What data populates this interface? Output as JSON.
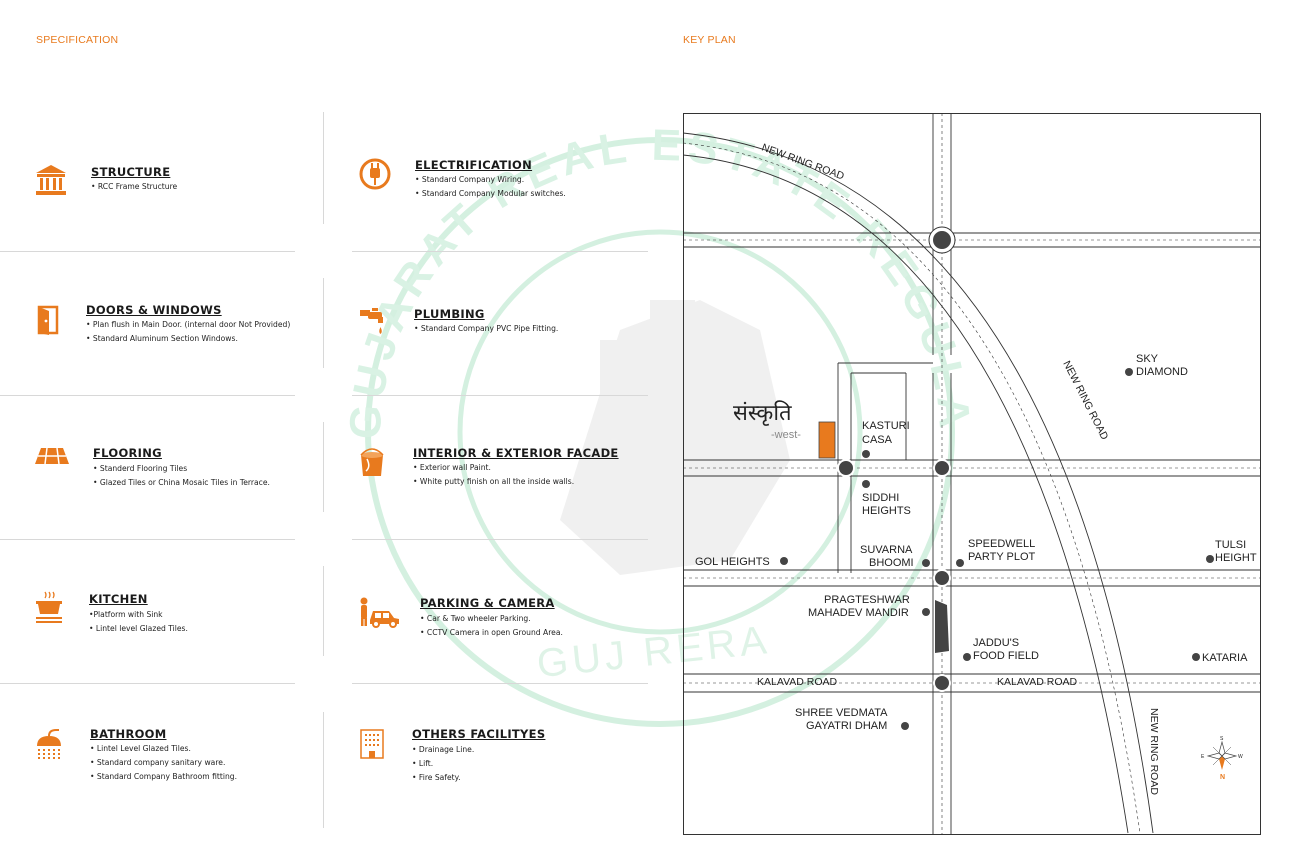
{
  "headers": {
    "specification": "SPECIFICATION",
    "key_plan": "KEY PLAN"
  },
  "colors": {
    "accent": "#e87a1e",
    "watermark": "#cdeedd"
  },
  "watermark": {
    "ring_text": "GUJARAT REAL ESTATE REGULATORY AUTHORITY",
    "bottom_text": "GUJ RERA"
  },
  "specs": {
    "structure": {
      "icon": "bank-building-icon",
      "title": "STRUCTURE",
      "items": [
        "• RCC Frame Structure"
      ]
    },
    "electrification": {
      "icon": "plug-icon",
      "title": "ELECTRIFICATION",
      "items": [
        "• Standard Company Wiring.",
        "• Standard Company Modular switches."
      ]
    },
    "doors": {
      "icon": "door-icon",
      "title": "DOORS & WINDOWS",
      "items": [
        "• Plan flush in Main Door. (internal door Not Provided)",
        "• Standard Aluminum Section Windows."
      ]
    },
    "plumbing": {
      "icon": "faucet-icon",
      "title": "PLUMBING",
      "items": [
        "• Standard Company PVC Pipe Fitting."
      ]
    },
    "flooring": {
      "icon": "floor-tiles-icon",
      "title": "FLOORING",
      "items": [
        "• Standerd Flooring Tiles",
        "• Glazed Tiles or China Mosaic Tiles in Terrace."
      ]
    },
    "interior": {
      "icon": "paint-bucket-icon",
      "title": "INTERIOR & EXTERIOR FACADE",
      "items": [
        "• Exterior wall Paint.",
        "• White putty finish on all the inside walls."
      ]
    },
    "kitchen": {
      "icon": "cooking-pot-icon",
      "title": "KITCHEN",
      "items": [
        "•Platform with Sink",
        "• Lintel level Glazed Tiles."
      ]
    },
    "parking": {
      "icon": "car-icon",
      "title": "PARKING & CAMERA",
      "items": [
        "• Car & Two wheeler Parking.",
        "• CCTV Camera in open Ground Area."
      ]
    },
    "bathroom": {
      "icon": "shower-icon",
      "title": "BATHROOM",
      "items": [
        "• Lintel Level Glazed Tiles.",
        "• Standard company sanitary ware.",
        "• Standard Company Bathroom fitting."
      ]
    },
    "others": {
      "icon": "building-icon",
      "title": "OTHERS FACILITYES",
      "items": [
        "• Drainage Line.",
        "• Lift.",
        "• Fire Safety."
      ]
    }
  },
  "map": {
    "project_name": "संस्कृति",
    "project_sub": "-west-",
    "roads": {
      "ring_top": "NEW RING ROAD",
      "ring_mid": "NEW RING ROAD",
      "ring_right": "NEW RING ROAD",
      "kalavad_left": "KALAVAD ROAD",
      "kalavad_right": "KALAVAD ROAD"
    },
    "landmarks": {
      "sky_1": "SKY",
      "sky_2": "DIAMOND",
      "kasturi_1": "KASTURI",
      "kasturi_2": "CASA",
      "siddhi_1": "SIDDHI",
      "siddhi_2": "HEIGHTS",
      "gol": "GOL HEIGHTS",
      "suvarna_1": "SUVARNA",
      "suvarna_2": "BHOOMI",
      "speedwell_1": "SPEEDWELL",
      "speedwell_2": "PARTY PLOT",
      "tulsi_1": "TULSI",
      "tulsi_2": "HEIGHT",
      "prag_1": "PRAGTESHWAR",
      "prag_2": "MAHADEV MANDIR",
      "jaddu_1": "JADDU'S",
      "jaddu_2": "FOOD FIELD",
      "kataria": "KATARIA",
      "shree_1": "SHREE VEDMATA",
      "shree_2": "GAYATRI DHAM"
    },
    "compass": {
      "n": "N",
      "s": "S",
      "e": "E",
      "w": "W"
    }
  }
}
